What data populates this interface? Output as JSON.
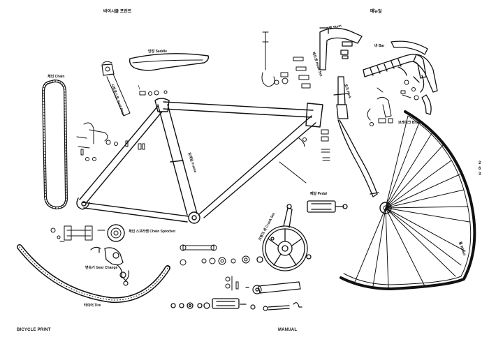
{
  "header": {
    "left_title": "바이시클 프린트",
    "right_title": "매뉴얼"
  },
  "footer": {
    "left": "BICYCLE PRINT",
    "right": "MANUAL"
  },
  "page_number": [
    "2",
    "6",
    "3"
  ],
  "labels": {
    "chain": "체인 Chain",
    "saddle": "안장 Saddle",
    "seat_post": "시트포스트 Seat Post",
    "frame": "프레임 Frame",
    "stem": "스템 Stem",
    "head_set": "헤드셋 Head Set",
    "fork": "포크 Fork",
    "bar": "바 Bar",
    "brake": "브레이크 Brake",
    "chain_sprocket": "체인 스프라켓 Chain Sprocket",
    "gear_change": "변속기 Gear Change",
    "tire": "타이어 Tire",
    "pedal": "페달 Pedal",
    "crank_set": "크랭크 셋 Crank Set",
    "wheel": "휠 Wheel"
  }
}
